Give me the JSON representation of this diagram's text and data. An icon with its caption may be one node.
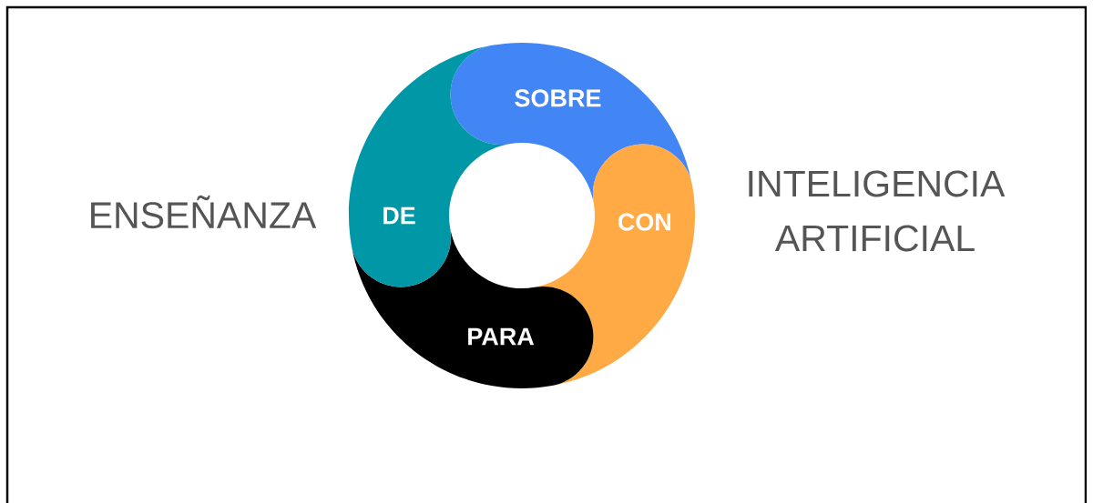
{
  "diagram": {
    "nodes": [
      {
        "text": [
          "SOBRE"
        ]
      },
      {
        "text": [
          "CON"
        ]
      },
      {
        "text": [
          "PARA"
        ]
      },
      {
        "text": [
          "DE"
        ]
      }
    ],
    "labels": [
      "ENSEÑANZA",
      "INTELIGENCIA ARTIFICIAL"
    ]
  }
}
